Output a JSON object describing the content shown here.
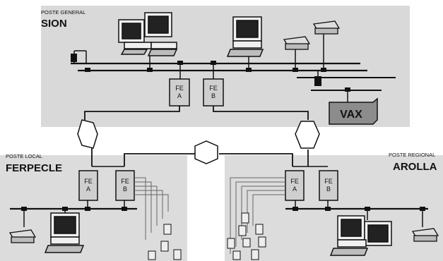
{
  "stations": {
    "sion": {
      "caption": "POSTE GENERAL",
      "name": "SION"
    },
    "ferpecle": {
      "caption": "POSTE LOCAL",
      "name": "FERPECLE"
    },
    "arolla": {
      "caption": "POSTE REGIONAL",
      "name": "AROLLA"
    }
  },
  "front_ends": {
    "sion_a": {
      "line1": "FE",
      "line2": "A"
    },
    "sion_b": {
      "line1": "FE",
      "line2": "B"
    },
    "ferpecle_a": {
      "line1": "FE",
      "line2": "A"
    },
    "ferpecle_b": {
      "line1": "FE",
      "line2": "B"
    },
    "arolla_a": {
      "line1": "FE",
      "line2": "A"
    },
    "arolla_b": {
      "line1": "FE",
      "line2": "B"
    }
  },
  "vax": {
    "label": "VAX"
  },
  "colors": {
    "shade": "#d8d8d8",
    "line": "#111111",
    "vax_fill": "#8c8c8c"
  }
}
